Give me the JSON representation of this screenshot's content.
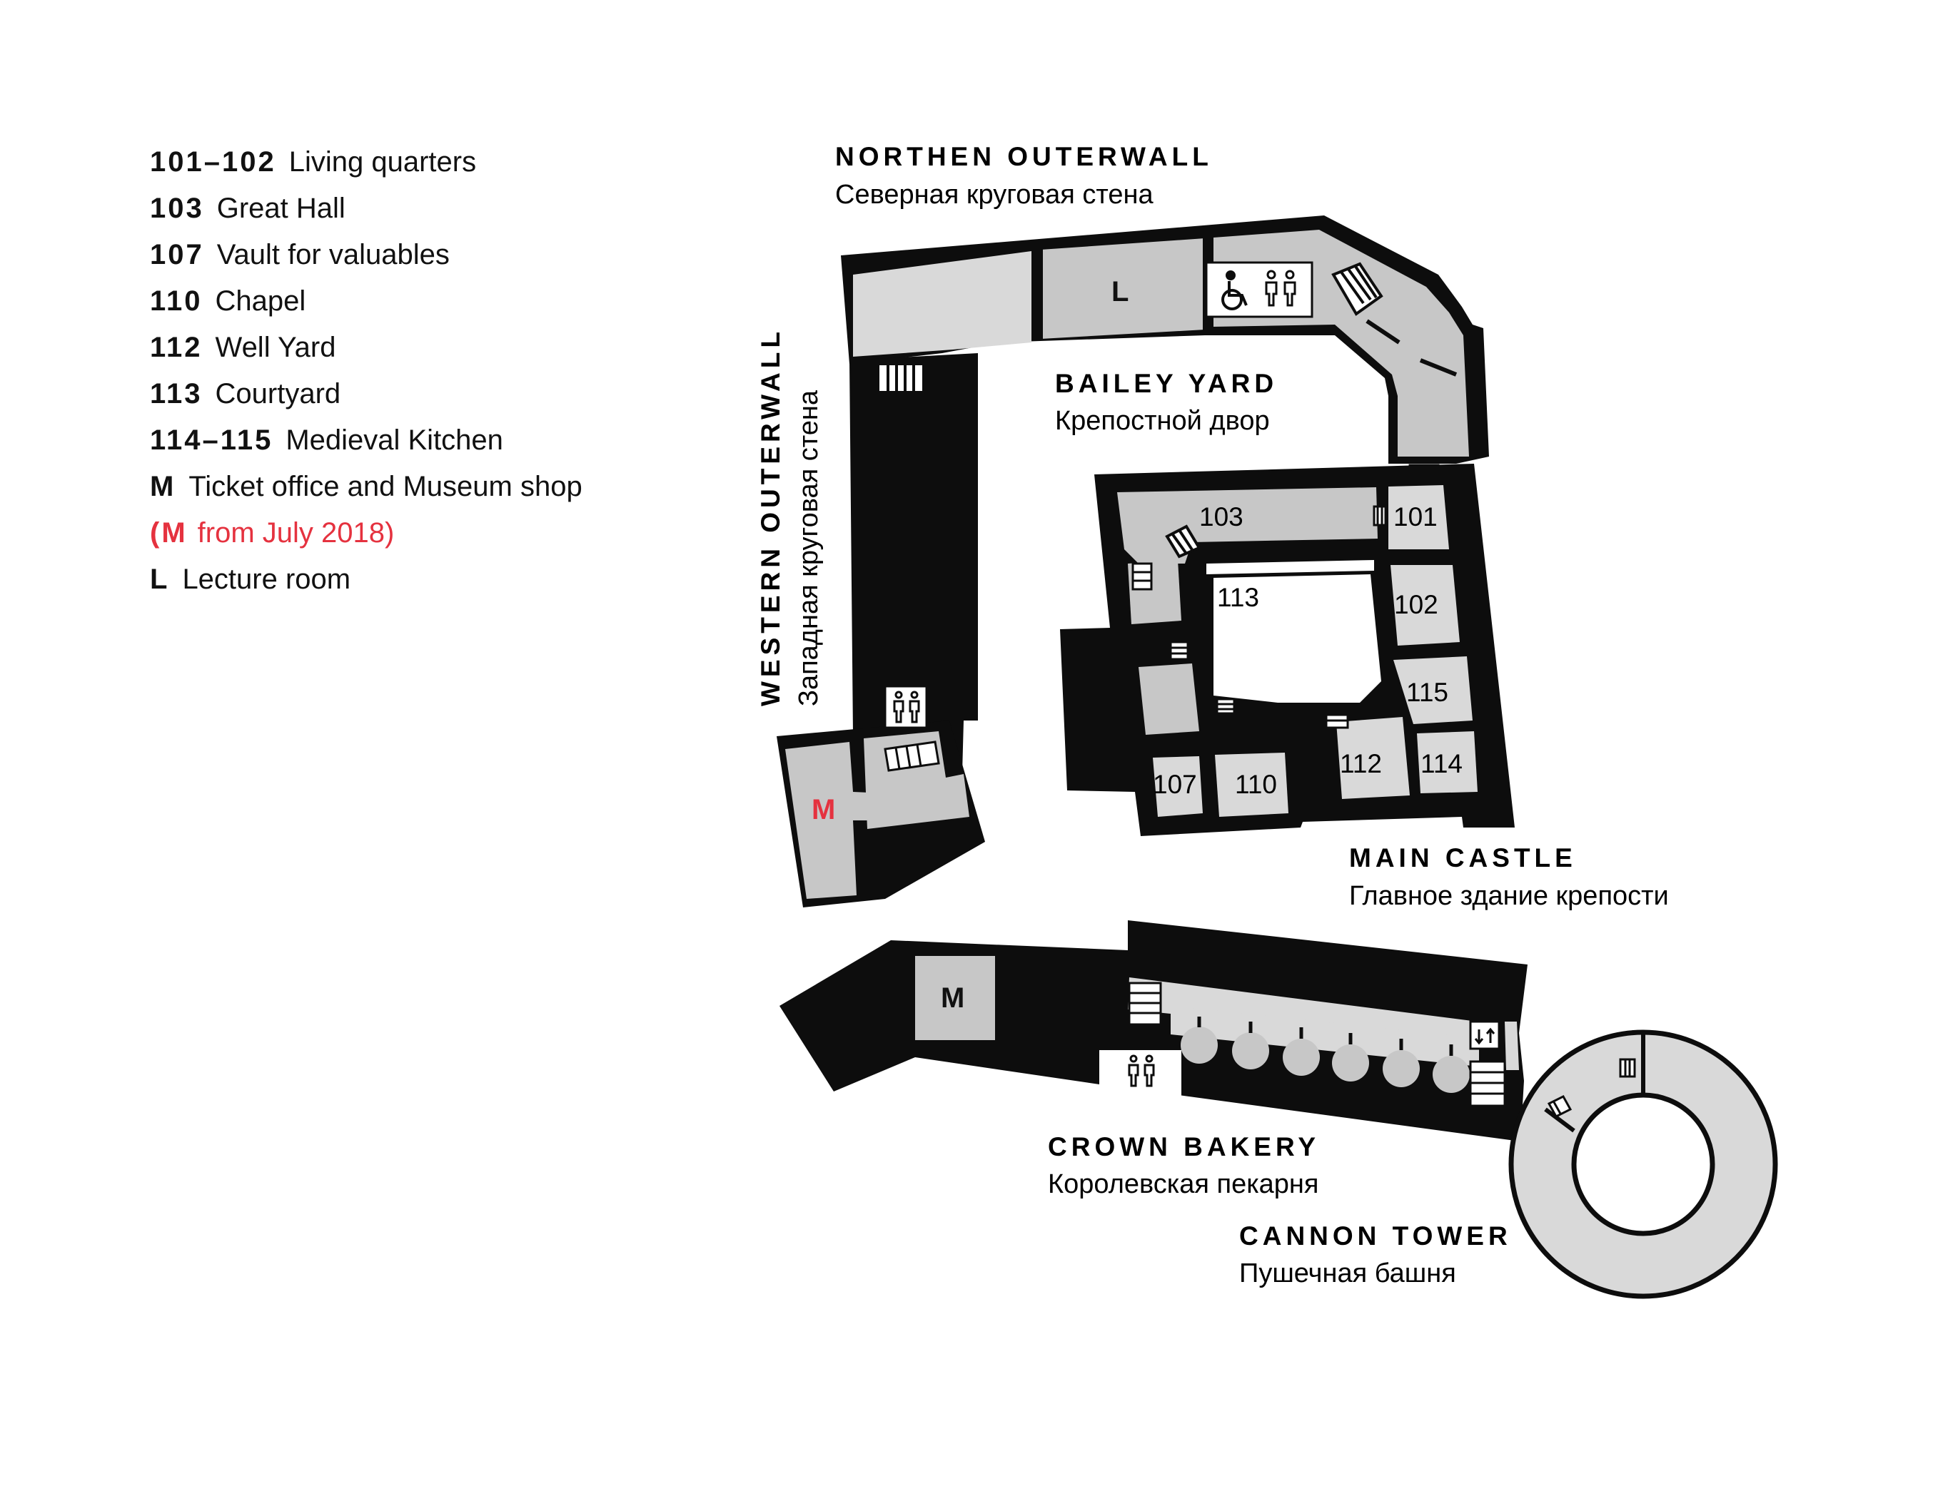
{
  "legend": [
    {
      "code": "101–102",
      "label": "Living quarters"
    },
    {
      "code": "103",
      "label": "Great Hall"
    },
    {
      "code": "107",
      "label": "Vault for valuables"
    },
    {
      "code": "110",
      "label": "Chapel"
    },
    {
      "code": "112",
      "label": "Well Yard"
    },
    {
      "code": "113",
      "label": "Courtyard"
    },
    {
      "code": "114–115",
      "label": "Medieval Kitchen"
    },
    {
      "code": "M",
      "label": "Ticket office and Museum shop"
    },
    {
      "code": "(M",
      "label": "from July 2018)"
    },
    {
      "code": "L",
      "label": "Lecture room"
    }
  ],
  "zones": {
    "northern": {
      "title": "NORTHEN OUTERWALL",
      "subtitle": "Северная круговая стена"
    },
    "western": {
      "title": "WESTERN OUTERWALL",
      "subtitle": "Западная круговая стена"
    },
    "bailey": {
      "title": "BAILEY YARD",
      "subtitle": "Крепостной двор"
    },
    "main": {
      "title": "MAIN CASTLE",
      "subtitle": "Главное здание крепости"
    },
    "bakery": {
      "title": "CROWN BAKERY",
      "subtitle": "Королевская пекарня"
    },
    "tower": {
      "title": "CANNON TOWER",
      "subtitle": "Пушечная башня"
    }
  },
  "rooms": {
    "r101": "101",
    "r102": "102",
    "r103": "103",
    "r107": "107",
    "r110": "110",
    "r112": "112",
    "r113": "113",
    "r114": "114",
    "r115": "115"
  },
  "marks": {
    "lecture": "L",
    "museum_west": "M",
    "museum_bakery": "M"
  },
  "colors": {
    "wall": "#0d0d0d",
    "room": "#c7c7c7",
    "light_room": "#d9d9d9",
    "accent": "#e5323f"
  },
  "icons": [
    "wheelchair-icon",
    "restroom-icon",
    "stairs-icon",
    "elevator-icon"
  ]
}
